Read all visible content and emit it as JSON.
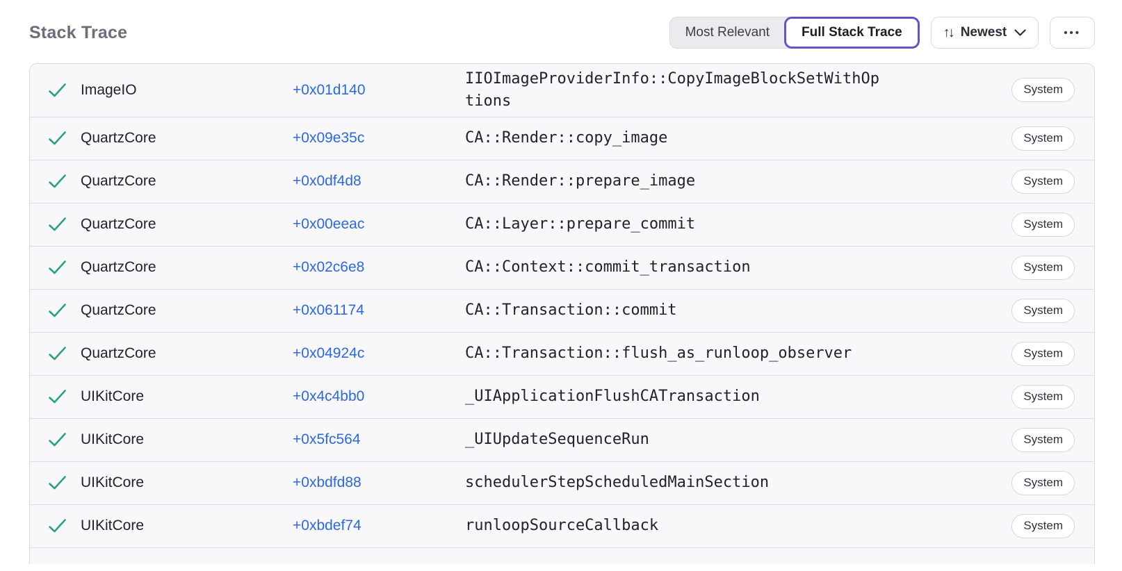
{
  "colors": {
    "accent_purple": "#6156c6",
    "link_blue": "#2c68e0",
    "check_green": "#2aa183",
    "title_gray": "#6e6c7a",
    "row_background": "#f8f8fa",
    "border": "#d9d9e1"
  },
  "header": {
    "title": "Stack Trace",
    "view_toggle": {
      "options": [
        "Most Relevant",
        "Full Stack Trace"
      ],
      "selected": "Full Stack Trace"
    },
    "sort": {
      "label": "Newest",
      "sort_icon_glyph": "↑↓"
    },
    "more": {
      "ellipsis_glyph": "•••"
    }
  },
  "icons": {
    "check": "green checkmark",
    "sort_arrows": "up-down arrows",
    "chevron_down": "v chevron",
    "ellipsis": "three dots"
  },
  "stack_trace": {
    "frames": [
      {
        "module": "ImageIO",
        "address": "+0x01d140",
        "function": "IIOImageProviderInfo::CopyImageBlockSetWithOptions",
        "tag": "System"
      },
      {
        "module": "QuartzCore",
        "address": "+0x09e35c",
        "function": "CA::Render::copy_image",
        "tag": "System"
      },
      {
        "module": "QuartzCore",
        "address": "+0x0df4d8",
        "function": "CA::Render::prepare_image",
        "tag": "System"
      },
      {
        "module": "QuartzCore",
        "address": "+0x00eeac",
        "function": "CA::Layer::prepare_commit",
        "tag": "System"
      },
      {
        "module": "QuartzCore",
        "address": "+0x02c6e8",
        "function": "CA::Context::commit_transaction",
        "tag": "System"
      },
      {
        "module": "QuartzCore",
        "address": "+0x061174",
        "function": "CA::Transaction::commit",
        "tag": "System"
      },
      {
        "module": "QuartzCore",
        "address": "+0x04924c",
        "function": "CA::Transaction::flush_as_runloop_observer",
        "tag": "System"
      },
      {
        "module": "UIKitCore",
        "address": "+0x4c4bb0",
        "function": "_UIApplicationFlushCATransaction",
        "tag": "System"
      },
      {
        "module": "UIKitCore",
        "address": "+0x5fc564",
        "function": "_UIUpdateSequenceRun",
        "tag": "System"
      },
      {
        "module": "UIKitCore",
        "address": "+0xbdfd88",
        "function": "schedulerStepScheduledMainSection",
        "tag": "System"
      },
      {
        "module": "UIKitCore",
        "address": "+0xbdef74",
        "function": "runloopSourceCallback",
        "tag": "System"
      }
    ]
  }
}
